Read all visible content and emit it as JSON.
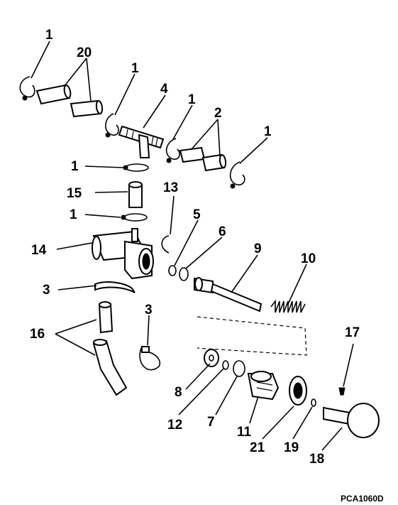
{
  "figure_code": "PCA1060D",
  "callouts": [
    {
      "id": "c1a",
      "text": "1"
    },
    {
      "id": "c20",
      "text": "20"
    },
    {
      "id": "c1b",
      "text": "1"
    },
    {
      "id": "c4",
      "text": "4"
    },
    {
      "id": "c1c",
      "text": "1"
    },
    {
      "id": "c2",
      "text": "2"
    },
    {
      "id": "c1d",
      "text": "1"
    },
    {
      "id": "c1e",
      "text": "1"
    },
    {
      "id": "c15",
      "text": "15"
    },
    {
      "id": "c13",
      "text": "13"
    },
    {
      "id": "c1f",
      "text": "1"
    },
    {
      "id": "c5",
      "text": "5"
    },
    {
      "id": "c6",
      "text": "6"
    },
    {
      "id": "c14",
      "text": "14"
    },
    {
      "id": "c9",
      "text": "9"
    },
    {
      "id": "c10",
      "text": "10"
    },
    {
      "id": "c3a",
      "text": "3"
    },
    {
      "id": "c3b",
      "text": "3"
    },
    {
      "id": "c16",
      "text": "16"
    },
    {
      "id": "c17",
      "text": "17"
    },
    {
      "id": "c8",
      "text": "8"
    },
    {
      "id": "c12",
      "text": "12"
    },
    {
      "id": "c7",
      "text": "7"
    },
    {
      "id": "c11",
      "text": "11"
    },
    {
      "id": "c21",
      "text": "21"
    },
    {
      "id": "c19",
      "text": "19"
    },
    {
      "id": "c18",
      "text": "18"
    }
  ]
}
